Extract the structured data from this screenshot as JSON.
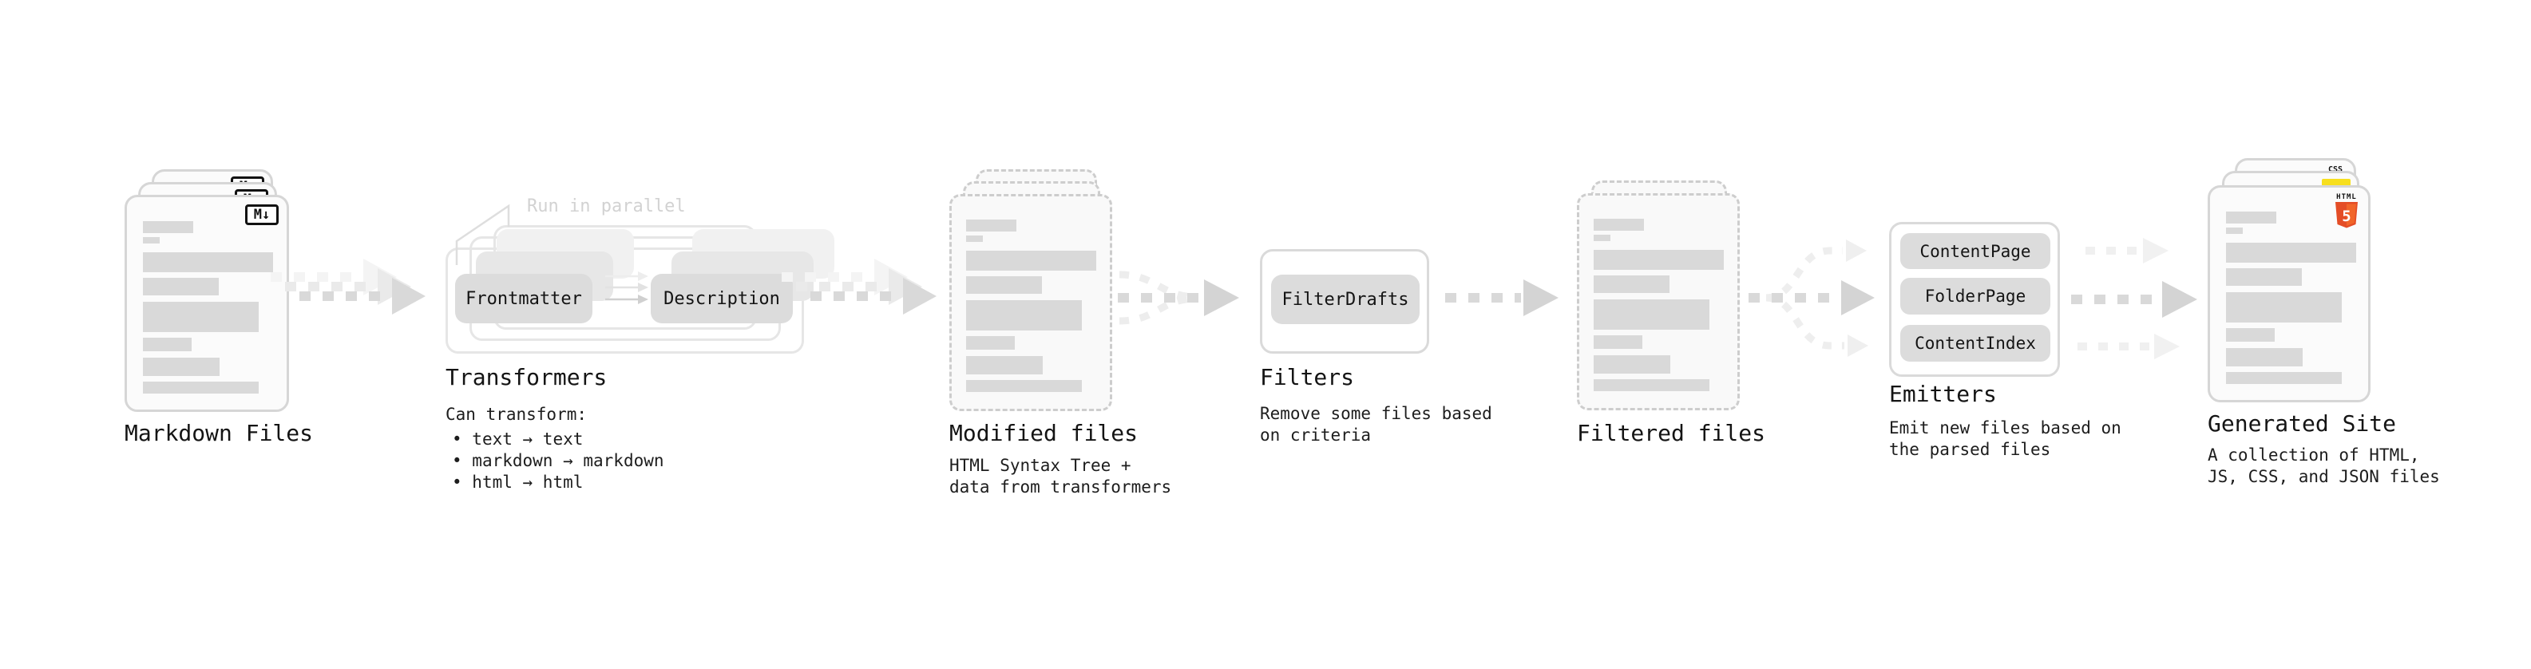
{
  "stages": {
    "markdown": {
      "label": "Markdown Files",
      "badge": "M↓"
    },
    "transformers": {
      "label": "Transformers",
      "note": "Run in parallel",
      "from_pill": "Frontmatter",
      "to_pill": "Description",
      "desc_title": "Can transform:",
      "bullets": [
        "text → text",
        "markdown → markdown",
        "html → html"
      ]
    },
    "modified": {
      "label": "Modified files",
      "desc": "HTML Syntax Tree +\ndata from transformers"
    },
    "filters": {
      "label": "Filters",
      "pill": "FilterDrafts",
      "desc": "Remove some files based\non criteria"
    },
    "filtered": {
      "label": "Filtered files"
    },
    "emitters": {
      "label": "Emitters",
      "pills": [
        "ContentPage",
        "FolderPage",
        "ContentIndex"
      ],
      "desc": "Emit new files based on\nthe parsed files"
    },
    "generated": {
      "label": "Generated Site",
      "desc": "A collection of HTML,\nJS, CSS, and JSON files",
      "html5_text": "HTML",
      "html5_number": "5",
      "css_text": "CSS"
    }
  },
  "colors": {
    "arrow_main": "#d9d9d9",
    "arrow_light": "#efefef",
    "accent_html5": "#e44d26",
    "accent_js": "#f7df1e",
    "accent_css": "#2965f1"
  }
}
